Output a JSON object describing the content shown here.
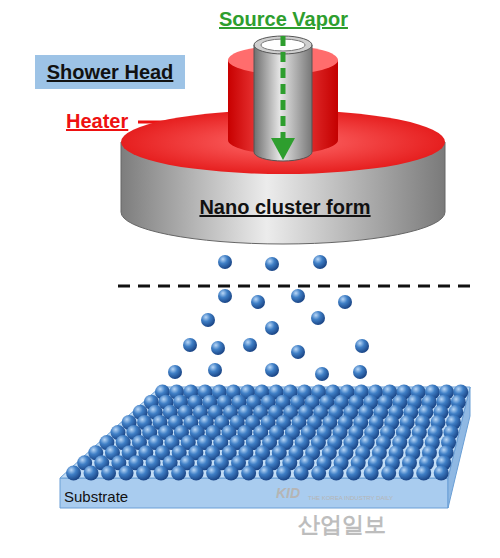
{
  "diagram": {
    "nodes": [
      {
        "text": [
          "Shower Head"
        ]
      },
      {
        "text": [
          "Nano cluster form"
        ]
      },
      {
        "text": [
          "Substrate"
        ]
      }
    ],
    "labels": [
      "Source Vapor",
      "Heater",
      "KID",
      "THE KOREA INDUSTRY DAILY",
      "산업일보"
    ]
  }
}
